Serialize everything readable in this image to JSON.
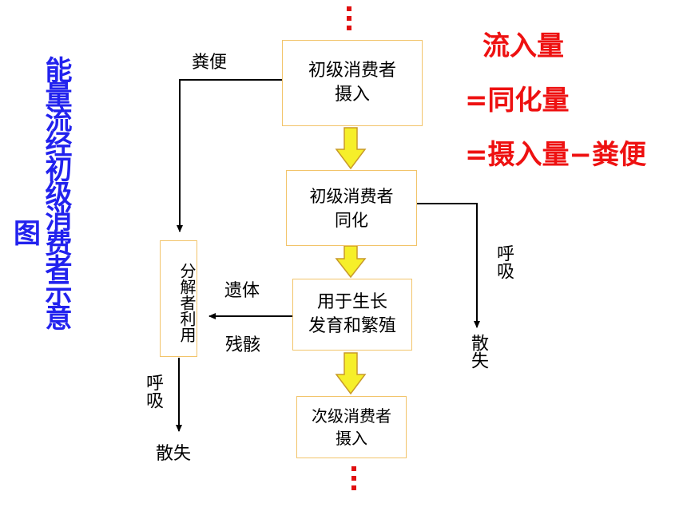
{
  "title": {
    "main": "能量流经初级消费者示意",
    "tail": "图"
  },
  "equation": {
    "line1": "流入量",
    "line2": "=同化量",
    "line3": "=摄入量−粪便"
  },
  "boxes": {
    "ingest": "初级消费者\n摄入",
    "assimilate": "初级消费者\n同化",
    "growth": "用于生长\n发育和繁殖",
    "secondary": "次级消费者\n摄入",
    "decomposer": "分解者利用"
  },
  "labels": {
    "feces": "粪便",
    "remains_1": "遗体",
    "remains_2": "残骸",
    "respiration_right": "呼吸",
    "loss_right": "散失",
    "respiration_left": "呼吸",
    "loss_left": "散失"
  },
  "colors": {
    "title": "#2222ee",
    "equation": "#ee1111",
    "box_border": "#f2c46a",
    "flow_arrow_fill": "#f6ef2a",
    "flow_arrow_stroke": "#c89a2a",
    "ellipsis": "#e01010"
  }
}
